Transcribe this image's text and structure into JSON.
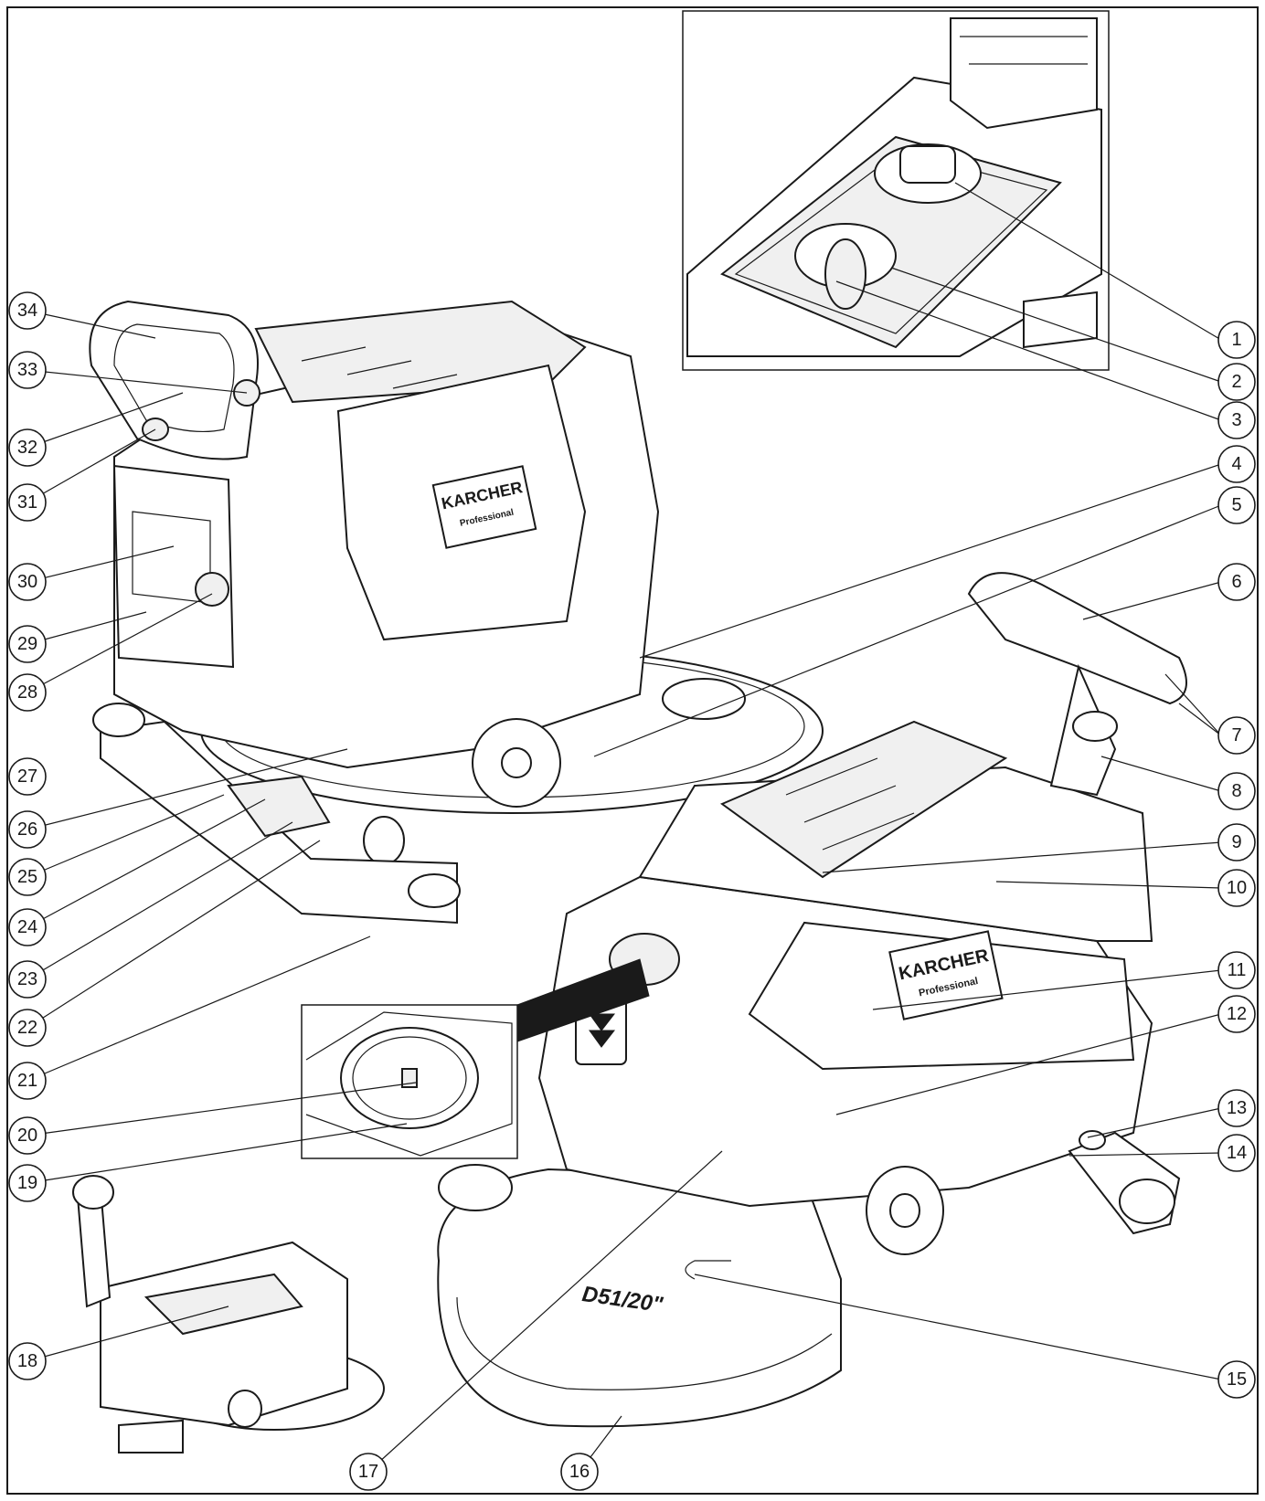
{
  "callouts": [
    "1",
    "2",
    "3",
    "4",
    "5",
    "6",
    "7",
    "8",
    "9",
    "10",
    "11",
    "12",
    "13",
    "14",
    "15",
    "16",
    "17",
    "18",
    "19",
    "20",
    "21",
    "22",
    "23",
    "24",
    "25",
    "26",
    "27",
    "28",
    "29",
    "30",
    "31",
    "32",
    "33",
    "34"
  ],
  "brand": {
    "logo": "KARCHER",
    "tagline": "Professional"
  },
  "model_label": "D51/20\""
}
